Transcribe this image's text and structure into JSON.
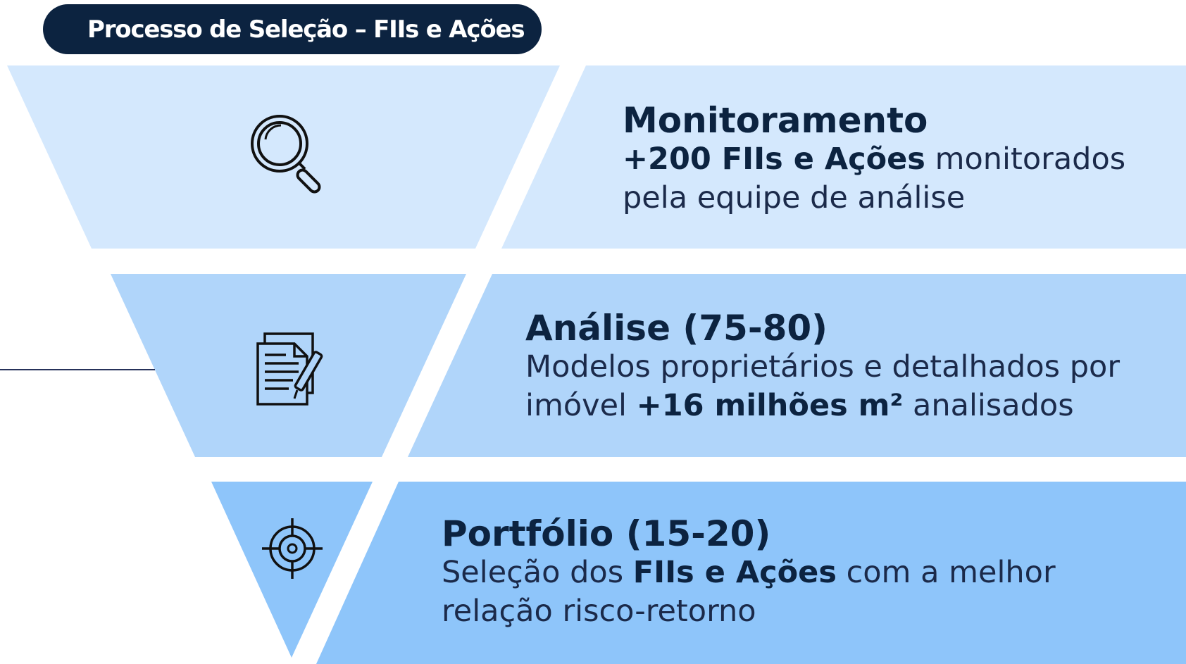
{
  "title": "Processo de Seleção – FIIs e Ações",
  "colors": {
    "title_bg": "#0c2340",
    "stage_1": "#d4e8fd",
    "stage_2": "#b0d5fa",
    "stage_3": "#8ec5fa",
    "text": "#0c2340"
  },
  "stages": [
    {
      "heading": "Monitoramento",
      "line1_bold": "+200 FIIs e Ações",
      "line1_rest": " monitorados",
      "line2": "pela equipe de análise",
      "icon": "magnifier-icon"
    },
    {
      "heading": "Análise (75-80)",
      "line1": "Modelos proprietários e detalhados por",
      "line2_pre": "imóvel ",
      "line2_bold": "+16 milhões m²",
      "line2_post": " analisados",
      "icon": "document-pen-icon"
    },
    {
      "heading": "Portfólio (15-20)",
      "line1_pre": "Seleção dos ",
      "line1_bold": "FIIs e Ações",
      "line1_post": " com a melhor",
      "line2": "relação risco-retorno",
      "icon": "target-icon"
    }
  ]
}
